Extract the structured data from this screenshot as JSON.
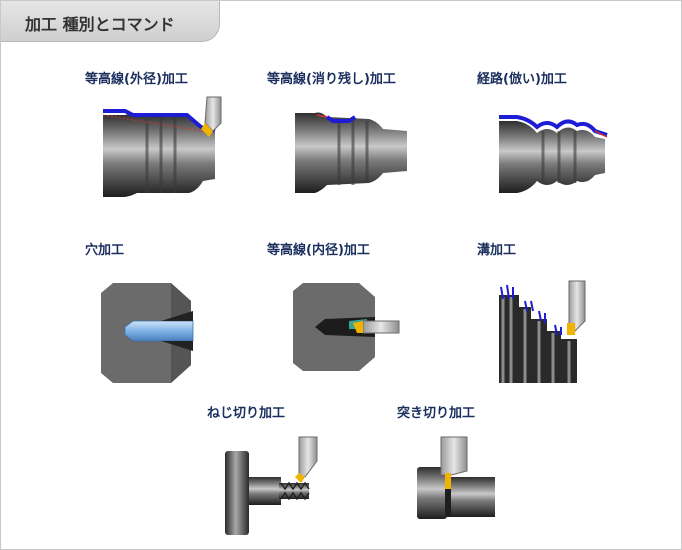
{
  "header": {
    "title": "加工 種別とコマンド"
  },
  "items": [
    {
      "label": "等高線(外径)加工"
    },
    {
      "label": "等高線(消り残し)加工"
    },
    {
      "label": "経路(倣い)加工"
    },
    {
      "label": "穴加工"
    },
    {
      "label": "等高線(内径)加工"
    },
    {
      "label": "溝加工"
    },
    {
      "label": "ねじ切り加工"
    },
    {
      "label": "突き切り加工"
    }
  ],
  "colors": {
    "label_text": "#1b2f5e",
    "toolpath_blue": "#1d1dd6",
    "toolpath_red": "#d63232",
    "insert_yellow": "#f0b400",
    "drill_blue": "#7fb2e6",
    "bore_teal": "#3aa596"
  }
}
